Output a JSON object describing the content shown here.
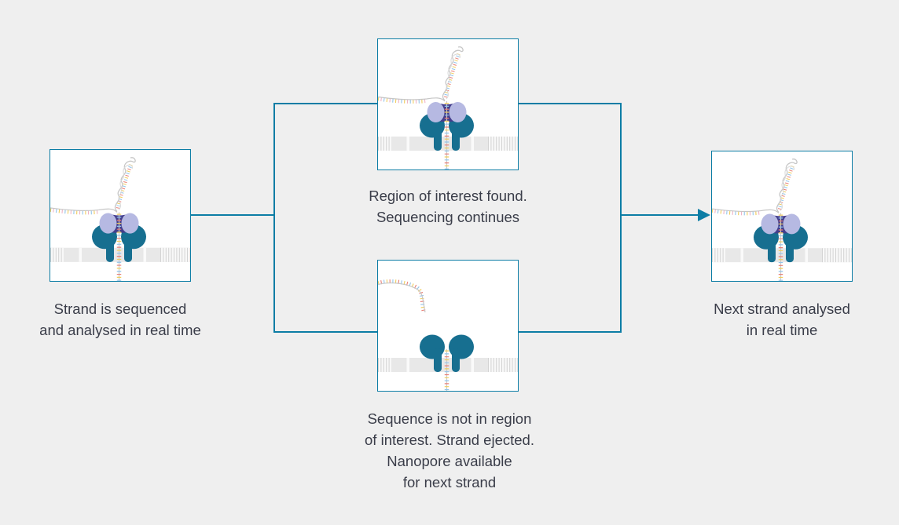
{
  "diagram": {
    "title_hint": "Nanopore adaptive sampling workflow",
    "background_color": "#efefef",
    "accent_color": "#0c7da5",
    "text_color": "#3a3d49",
    "steps": [
      {
        "name": "strand-sequenced",
        "illustration": "nanopore-sequencing-icon",
        "caption_lines": [
          "Strand is sequenced",
          "and analysed in real time"
        ]
      },
      {
        "name": "region-of-interest-found",
        "illustration": "nanopore-sequencing-icon",
        "caption_lines": [
          "Region of interest found.",
          "Sequencing continues"
        ]
      },
      {
        "name": "strand-ejected",
        "illustration": "nanopore-ejected-icon",
        "caption_lines": [
          "Sequence is not in region",
          "of interest. Strand ejected.",
          "Nanopore available",
          "for next strand"
        ]
      },
      {
        "name": "next-strand-analysed",
        "illustration": "nanopore-sequencing-icon",
        "caption_lines": [
          "Next strand analysed",
          "in real time"
        ]
      }
    ],
    "arrow_icon": "flow-arrowhead-right-icon",
    "illustration_colors": {
      "pore_protein": "#176f90",
      "motor_protein_light": "#b6b9e2",
      "motor_protein_dark": "#443e8c",
      "membrane": "#e8e8e8",
      "strand_backbone": "#c6c6c6",
      "base_tick_colors": [
        "#f0cd5f",
        "#92c4ea",
        "#e87f76",
        "#efb3c7"
      ]
    }
  }
}
